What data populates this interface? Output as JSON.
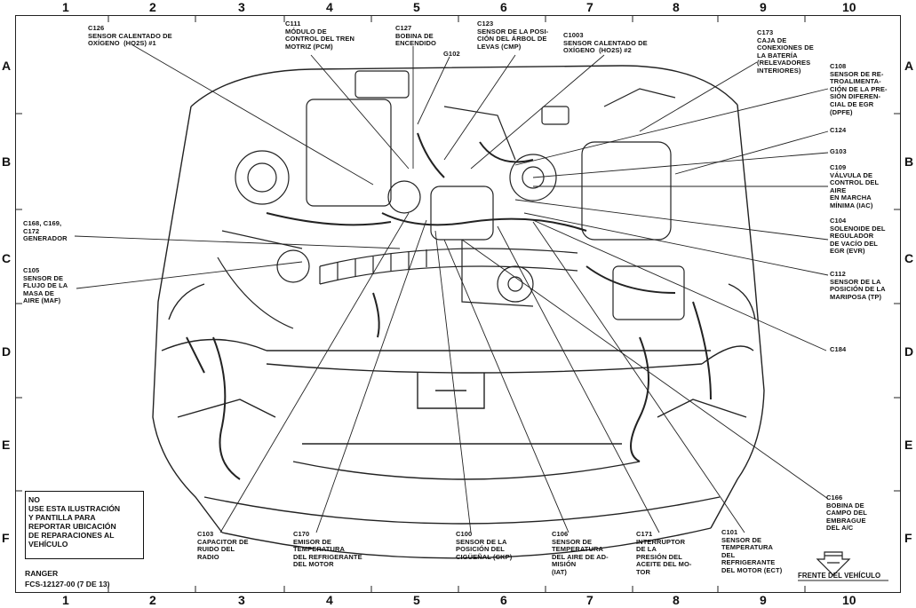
{
  "grid": {
    "columns": [
      "1",
      "2",
      "3",
      "4",
      "5",
      "6",
      "7",
      "8",
      "9",
      "10"
    ],
    "rows": [
      "A",
      "B",
      "C",
      "D",
      "E",
      "F"
    ]
  },
  "labels": {
    "c126": "C126\nSENSOR CALENTADO DE\nOXÍGENO  (HO2S) #1",
    "c111": "C111\nMÓDULO DE\nCONTROL DEL TREN\nMOTRIZ (PCM)",
    "c127": "C127\nBOBINA DE\nENCENDIDO",
    "g102": "G102",
    "c123": "C123\nSENSOR DE LA POSI-\nCIÓN DEL ÁRBOL DE\nLEVAS (CMP)",
    "c1003": "C1003\nSENSOR CALENTADO DE\nOXÍGENO  (HO2S) #2",
    "c173": "C173\nCAJA DE\nCONEXIONES DE\nLA BATERÍA\n(RELEVADORES\nINTERIORES)",
    "c108": "C108\nSENSOR DE RE-\nTROALIMENTA-\nCIÓN DE LA PRE-\nSIÓN DIFEREN-\nCIAL DE EGR\n(DPFE)",
    "c124": "C124",
    "g103": "G103",
    "c109": "C109\nVÁLVULA DE\nCONTROL DEL\nAIRE\nEN MARCHA\nMÍNIMA (IAC)",
    "c104": "C104\nSOLENOIDE DEL\nREGULADOR\nDE VACÍO DEL\nEGR (EVR)",
    "c168": "C168, C169,\nC172\nGENERADOR",
    "c105": "C105\nSENSOR DE\nFLUJO DE LA\nMASA DE\nAIRE (MAF)",
    "c112": "C112\nSENSOR DE LA\nPOSICIÓN DE LA\nMARIPOSA (TP)",
    "c184": "C184",
    "c166": "C166\nBOBINA DE\nCAMPO DEL\nEMBRAGUE\nDEL A/C",
    "c103": "C103\nCAPACITOR DE\nRUIDO DEL\nRADIO",
    "c170": "C170\nEMISOR DE\nTEMPERATURA\nDEL REFRIGERANTE\nDEL MOTOR",
    "c100": "C100\nSENSOR DE LA\nPOSICIÓN DEL\nCIGÜEÑAL (CKP)",
    "c106": "C106\nSENSOR DE\nTEMPERATURA\nDEL AIRE DE AD-\nMISIÓN\n(IAT)",
    "c171": "C171\nINTERRUPTOR\nDE LA\nPRESIÓN DEL\nACEITE DEL MO-\nTOR",
    "c101": "C101\nSENSOR DE\nTEMPERATURA\nDEL\nREFRIGERANTE\nDEL MOTOR (ECT)"
  },
  "warning": "NO\nUSE ESTA ILUSTRACIÓN\nY PANTILLA PARA\nREPORTAR UBICACIÓN\nDE REPARACIONES AL\nVEHÍCULO",
  "model": "RANGER",
  "figure_code": "FCS-12127-00 (7 DE 13)",
  "front_label": "FRENTE DEL VEHÍCULO"
}
